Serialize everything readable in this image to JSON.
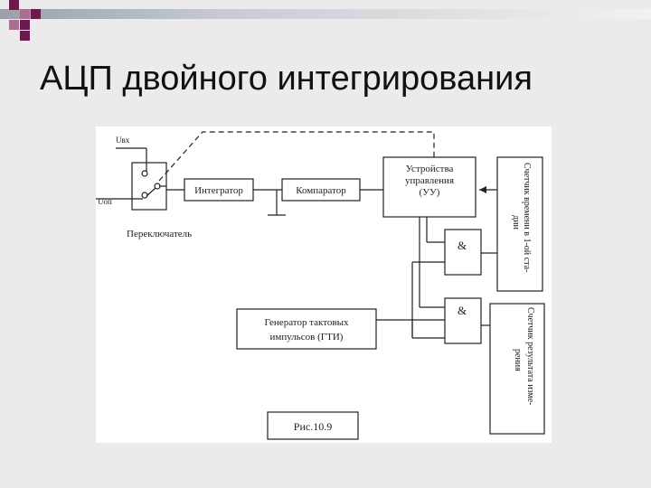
{
  "slide": {
    "title": "АЦП двойного интегрирования"
  },
  "colors": {
    "background": "#ebebeb",
    "accent_dark": "#6b1a4c",
    "accent_light": "#a8708f",
    "band_gradient_start": "#9aa0aa",
    "band_gradient_end": "#f2f2f2"
  },
  "diagram": {
    "input_top_label": "Uвх",
    "input_ref_label": "Uоп",
    "switch_label": "Переключатель",
    "integrator": "Интегратор",
    "comparator": "Компаратор",
    "control_unit": [
      "Устройства",
      "управления",
      "(УУ)"
    ],
    "and_gate_1": "&",
    "and_gate_2": "&",
    "generator": [
      "Генератор тактовых",
      "импульсов (ГТИ)"
    ],
    "counter_time": [
      "Счетчик времени в 1-ой ста-",
      "дии"
    ],
    "counter_result": [
      "Счетчик результата изме-",
      "рения"
    ],
    "caption": "Рис.10.9"
  }
}
